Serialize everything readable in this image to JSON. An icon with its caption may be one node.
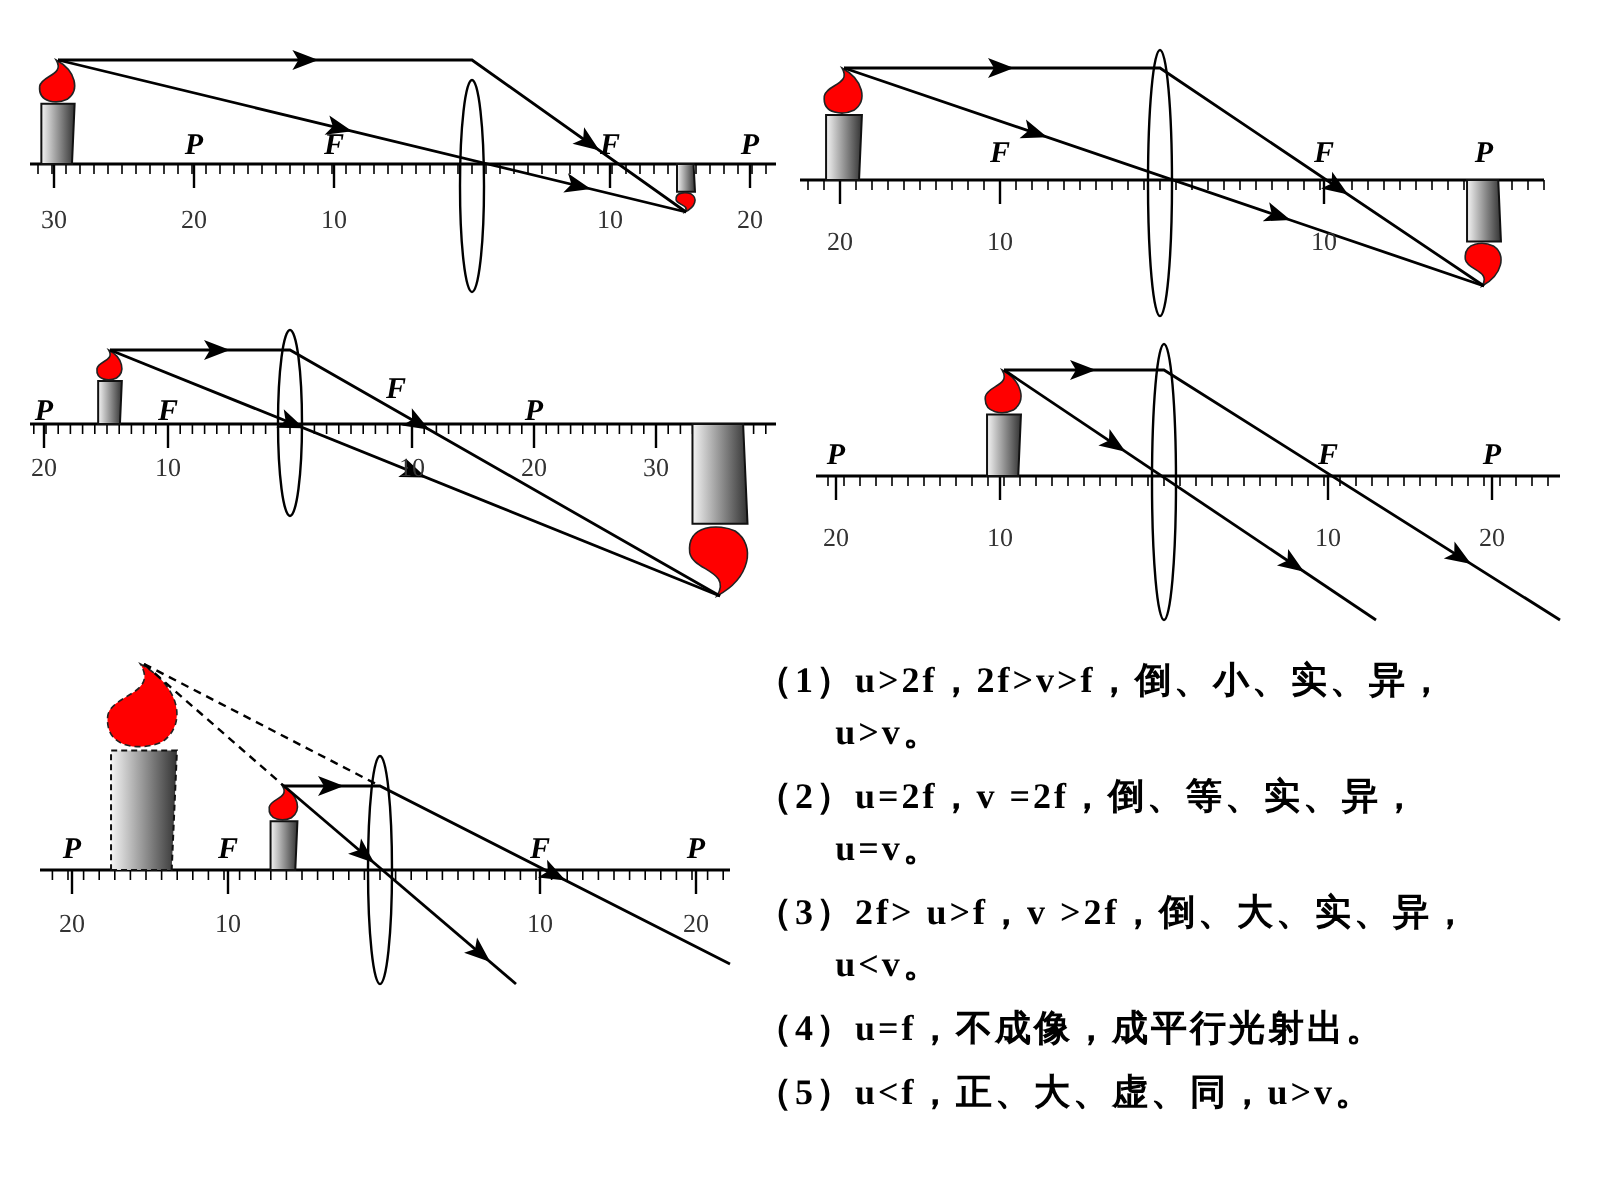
{
  "diagram": {
    "labels": [
      "P",
      "F",
      "F",
      "P",
      "30",
      "20",
      "10",
      "10",
      "20",
      "F",
      "F",
      "P",
      "20",
      "10",
      "10",
      "P",
      "F",
      "F",
      "P",
      "20",
      "10",
      "10",
      "20",
      "30",
      "P",
      "F",
      "P",
      "20",
      "10",
      "10",
      "20",
      "P",
      "F",
      "F",
      "P",
      "20",
      "10",
      "10",
      "20",
      "（1）u>2f，2f>v>f，倒、小、实、异，u>v。",
      "（2）u=2f，v =2f，倒、等、实、异，u=v。",
      "（3）2f> u>f，v >2f，倒、大、实、异，u<v。",
      "（4）u=f，不成像，成平行光射出。",
      "（5）u<f，正、大、虚、同，u>v。"
    ]
  }
}
